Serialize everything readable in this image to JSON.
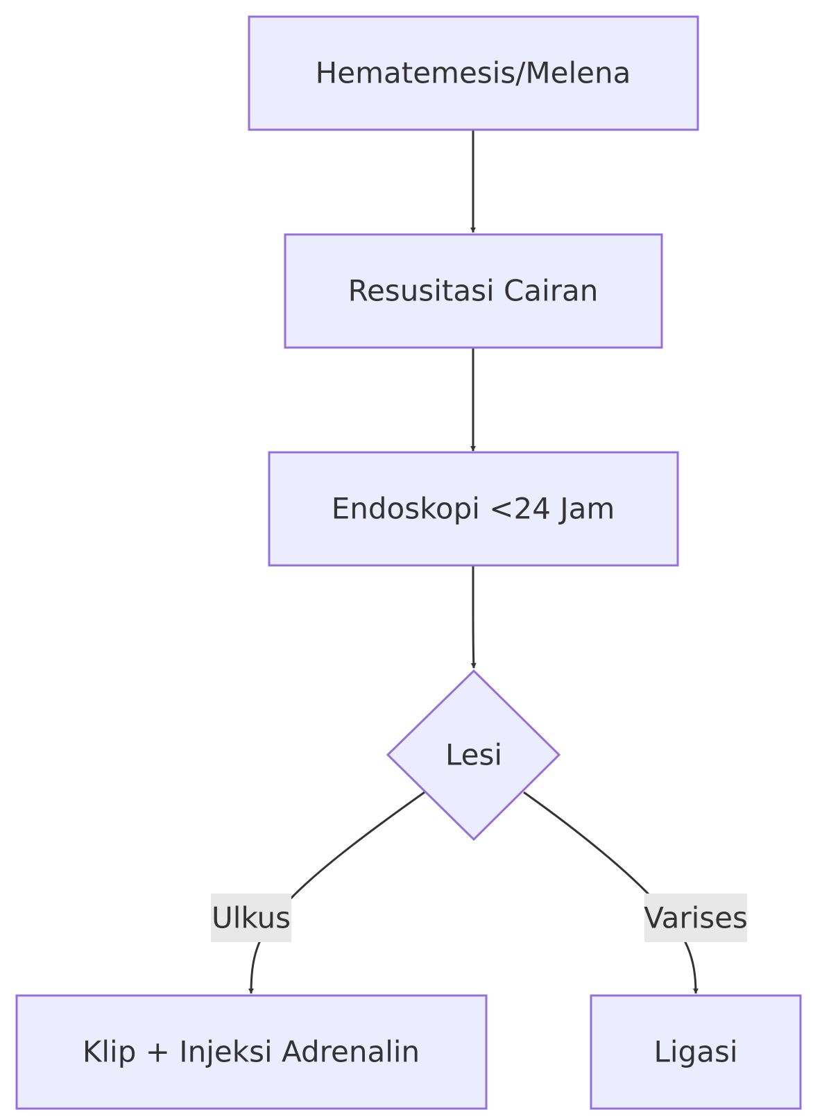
{
  "nodes": {
    "start": {
      "label": "Hematemesis/Melena"
    },
    "resus": {
      "label": "Resusitasi Cairan"
    },
    "endo": {
      "label": "Endoskopi <24 Jam"
    },
    "lesi": {
      "label": "Lesi"
    },
    "klip": {
      "label": "Klip + Injeksi Adrenalin"
    },
    "ligasi": {
      "label": "Ligasi"
    }
  },
  "edges": {
    "ulkus": {
      "label": "Ulkus"
    },
    "varises": {
      "label": "Varises"
    }
  },
  "colors": {
    "node_fill": "#ECECFF",
    "node_stroke": "#9370DB",
    "edge": "#333333",
    "label_bg": "#E8E8E8",
    "text": "#333333"
  }
}
